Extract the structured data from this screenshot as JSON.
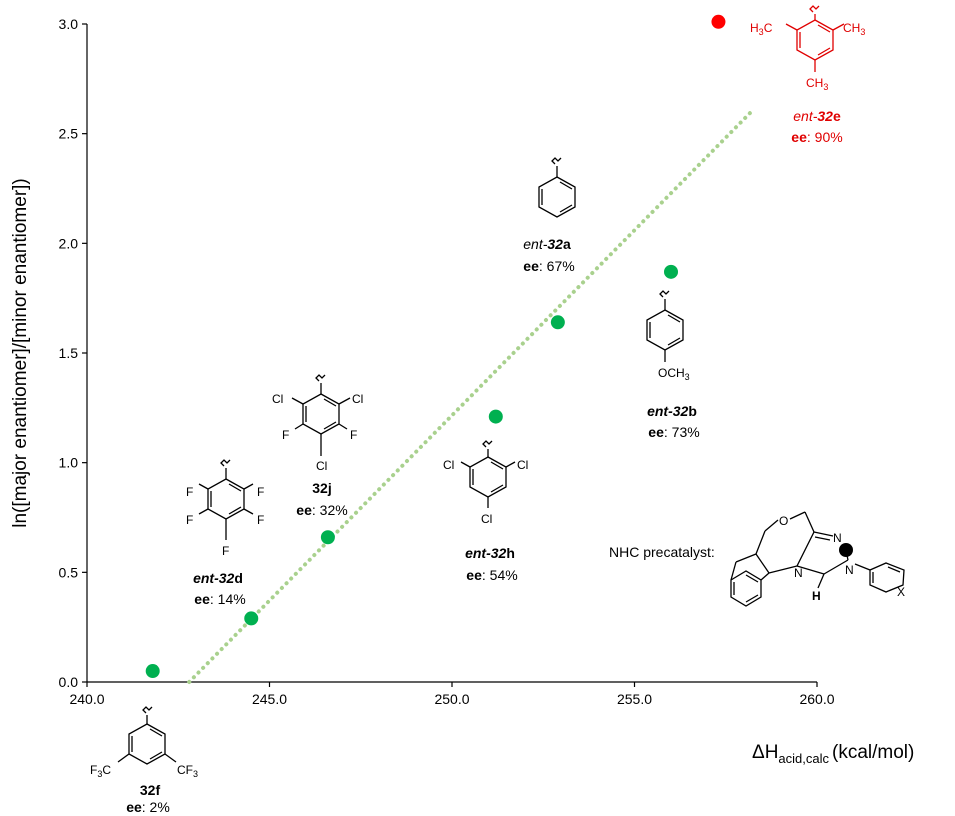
{
  "chart_data": {
    "type": "scatter",
    "xlabel_main": "ΔH",
    "xlabel_sub": "acid,calc",
    "xlabel_unit": "(kcal/mol)",
    "ylabel": "ln([major enantiomer]/[minor enantiomer])",
    "xlim": [
      240,
      260
    ],
    "ylim": [
      0,
      3
    ],
    "x_ticks": [
      "240.0",
      "245.0",
      "250.0",
      "255.0",
      "260.0"
    ],
    "y_ticks": [
      "0.0",
      "0.5",
      "1.0",
      "1.5",
      "2.0",
      "2.5",
      "3.0"
    ],
    "grid": false,
    "trendline": {
      "x": [
        242.8,
        258.2
      ],
      "y": [
        0,
        2.6
      ],
      "color": "#a9d18e",
      "style": "dotted"
    },
    "points": [
      {
        "x": 241.8,
        "y": 0.05,
        "color": "#00b050",
        "compound": "32f",
        "ee": "ee: 2%"
      },
      {
        "x": 244.5,
        "y": 0.29,
        "color": "#00b050",
        "compound": "ent-32d",
        "ee": "ee: 14%"
      },
      {
        "x": 246.6,
        "y": 0.66,
        "color": "#00b050",
        "compound": "32j",
        "ee": "ee: 32%"
      },
      {
        "x": 251.2,
        "y": 1.21,
        "color": "#00b050",
        "compound": "ent-32h",
        "ee": "ee: 54%"
      },
      {
        "x": 252.9,
        "y": 1.64,
        "color": "#00b050",
        "compound": "ent-32a",
        "ee": "ee: 67%"
      },
      {
        "x": 256.0,
        "y": 1.87,
        "color": "#00b050",
        "compound": "ent-32b",
        "ee": "ee: 73%"
      },
      {
        "x": 257.3,
        "y": 3.01,
        "color": "#ff0000",
        "compound": "ent-32e",
        "ee": "ee: 90%"
      }
    ],
    "annotations": {
      "a": {
        "prefix": "ent-",
        "num": "32",
        "suffix": "a",
        "ee_key": "ee",
        "ee_val": ":  67%"
      },
      "b": {
        "prefix": "ent-",
        "num": "32",
        "suffix": "b",
        "ee_key": "ee",
        "ee_val": ":  73%",
        "sub": "OCH",
        "sub3": "3"
      },
      "d": {
        "prefix": "ent-",
        "num": "32",
        "suffix": "d",
        "ee_key": "ee",
        "ee_val": ":  14%"
      },
      "e": {
        "prefix": "ent-",
        "num": "32",
        "suffix": "e",
        "ee_key": "ee",
        "ee_val": ":  90%"
      },
      "f": {
        "name": "32f",
        "ee_key": "ee",
        "ee_val": ":  2%"
      },
      "h": {
        "prefix": "ent-",
        "num": "32",
        "suffix": "h",
        "ee_key": "ee",
        "ee_val": ":  54%"
      },
      "j": {
        "name": "32j",
        "ee_key": "ee",
        "ee_val": ":  32%"
      }
    },
    "atoms": {
      "F": "F",
      "Cl": "Cl",
      "CH": "CH",
      "three": "3",
      "H3C_H": "H",
      "H3C_C": "C",
      "O": "O",
      "N": "N",
      "H": "H",
      "X": "X",
      "plus": "+"
    },
    "catalyst_label": "NHC precatalyst:"
  }
}
